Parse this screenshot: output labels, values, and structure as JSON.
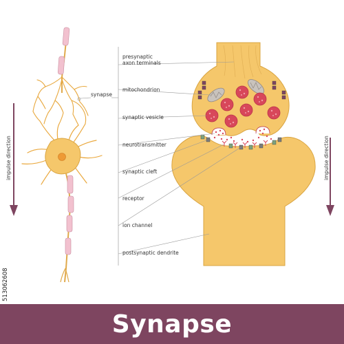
{
  "labels": {
    "synapse_left": "synapse",
    "presynaptic_line1": "presynaptic",
    "presynaptic_line2": "axon terminals",
    "mitochondrion": "mitochondrion",
    "synaptic_vesicle": "synaptic vesicle",
    "neurotransmitter": "neurotransmitter",
    "synaptic_cleft": "synaptic cleft",
    "receptor": "receptor",
    "ion_channel": "ion channel",
    "postsynaptic_dendrite": "postsynaptic dendrite"
  },
  "impulse_direction_left": "impulse direction",
  "impulse_direction_right": "impulse direction",
  "stock_id": "513062608",
  "title": "Synapse",
  "colors": {
    "cell_fill": "#f5c76b",
    "cell_stroke": "#d9a441",
    "myelin": "#f2c1cf",
    "vesicle": "#d8475a",
    "arrow": "#7e4560",
    "title_bar": "#7e4560"
  }
}
